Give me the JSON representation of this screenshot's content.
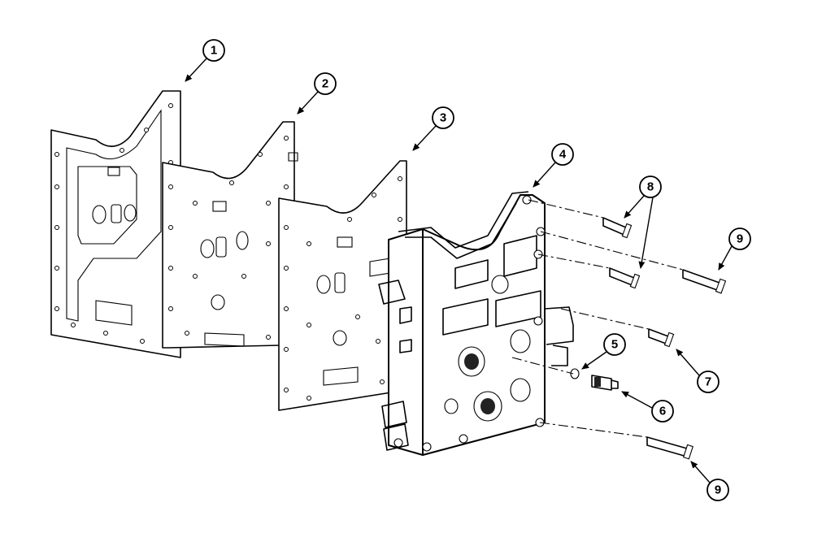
{
  "callouts": [
    {
      "id": "1",
      "label": "1"
    },
    {
      "id": "2",
      "label": "2"
    },
    {
      "id": "3",
      "label": "3"
    },
    {
      "id": "4",
      "label": "4"
    },
    {
      "id": "5",
      "label": "5"
    },
    {
      "id": "6",
      "label": "6"
    },
    {
      "id": "7",
      "label": "7"
    },
    {
      "id": "8",
      "label": "8"
    },
    {
      "id": "9a",
      "label": "9"
    },
    {
      "id": "9b",
      "label": "9"
    }
  ]
}
